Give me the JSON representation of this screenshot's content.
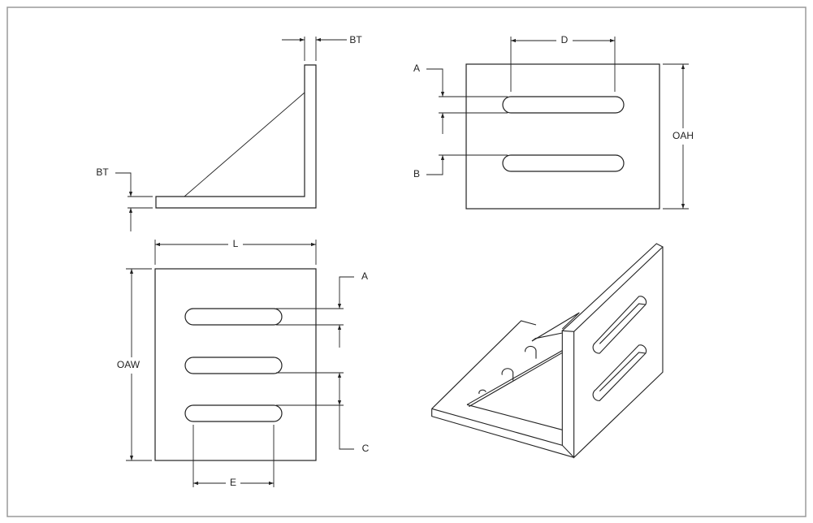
{
  "labels": {
    "side_view": {
      "bt_top": "BT",
      "bt_left": "BT"
    },
    "top_view": {
      "a": "A",
      "b": "B",
      "d": "D",
      "oah": "OAH"
    },
    "front_view": {
      "l": "L",
      "oaw": "OAW",
      "a": "A",
      "c": "C",
      "e": "E"
    }
  },
  "colors": {
    "line": "#222222",
    "frame": "#9a9a9a",
    "background": "#ffffff"
  }
}
